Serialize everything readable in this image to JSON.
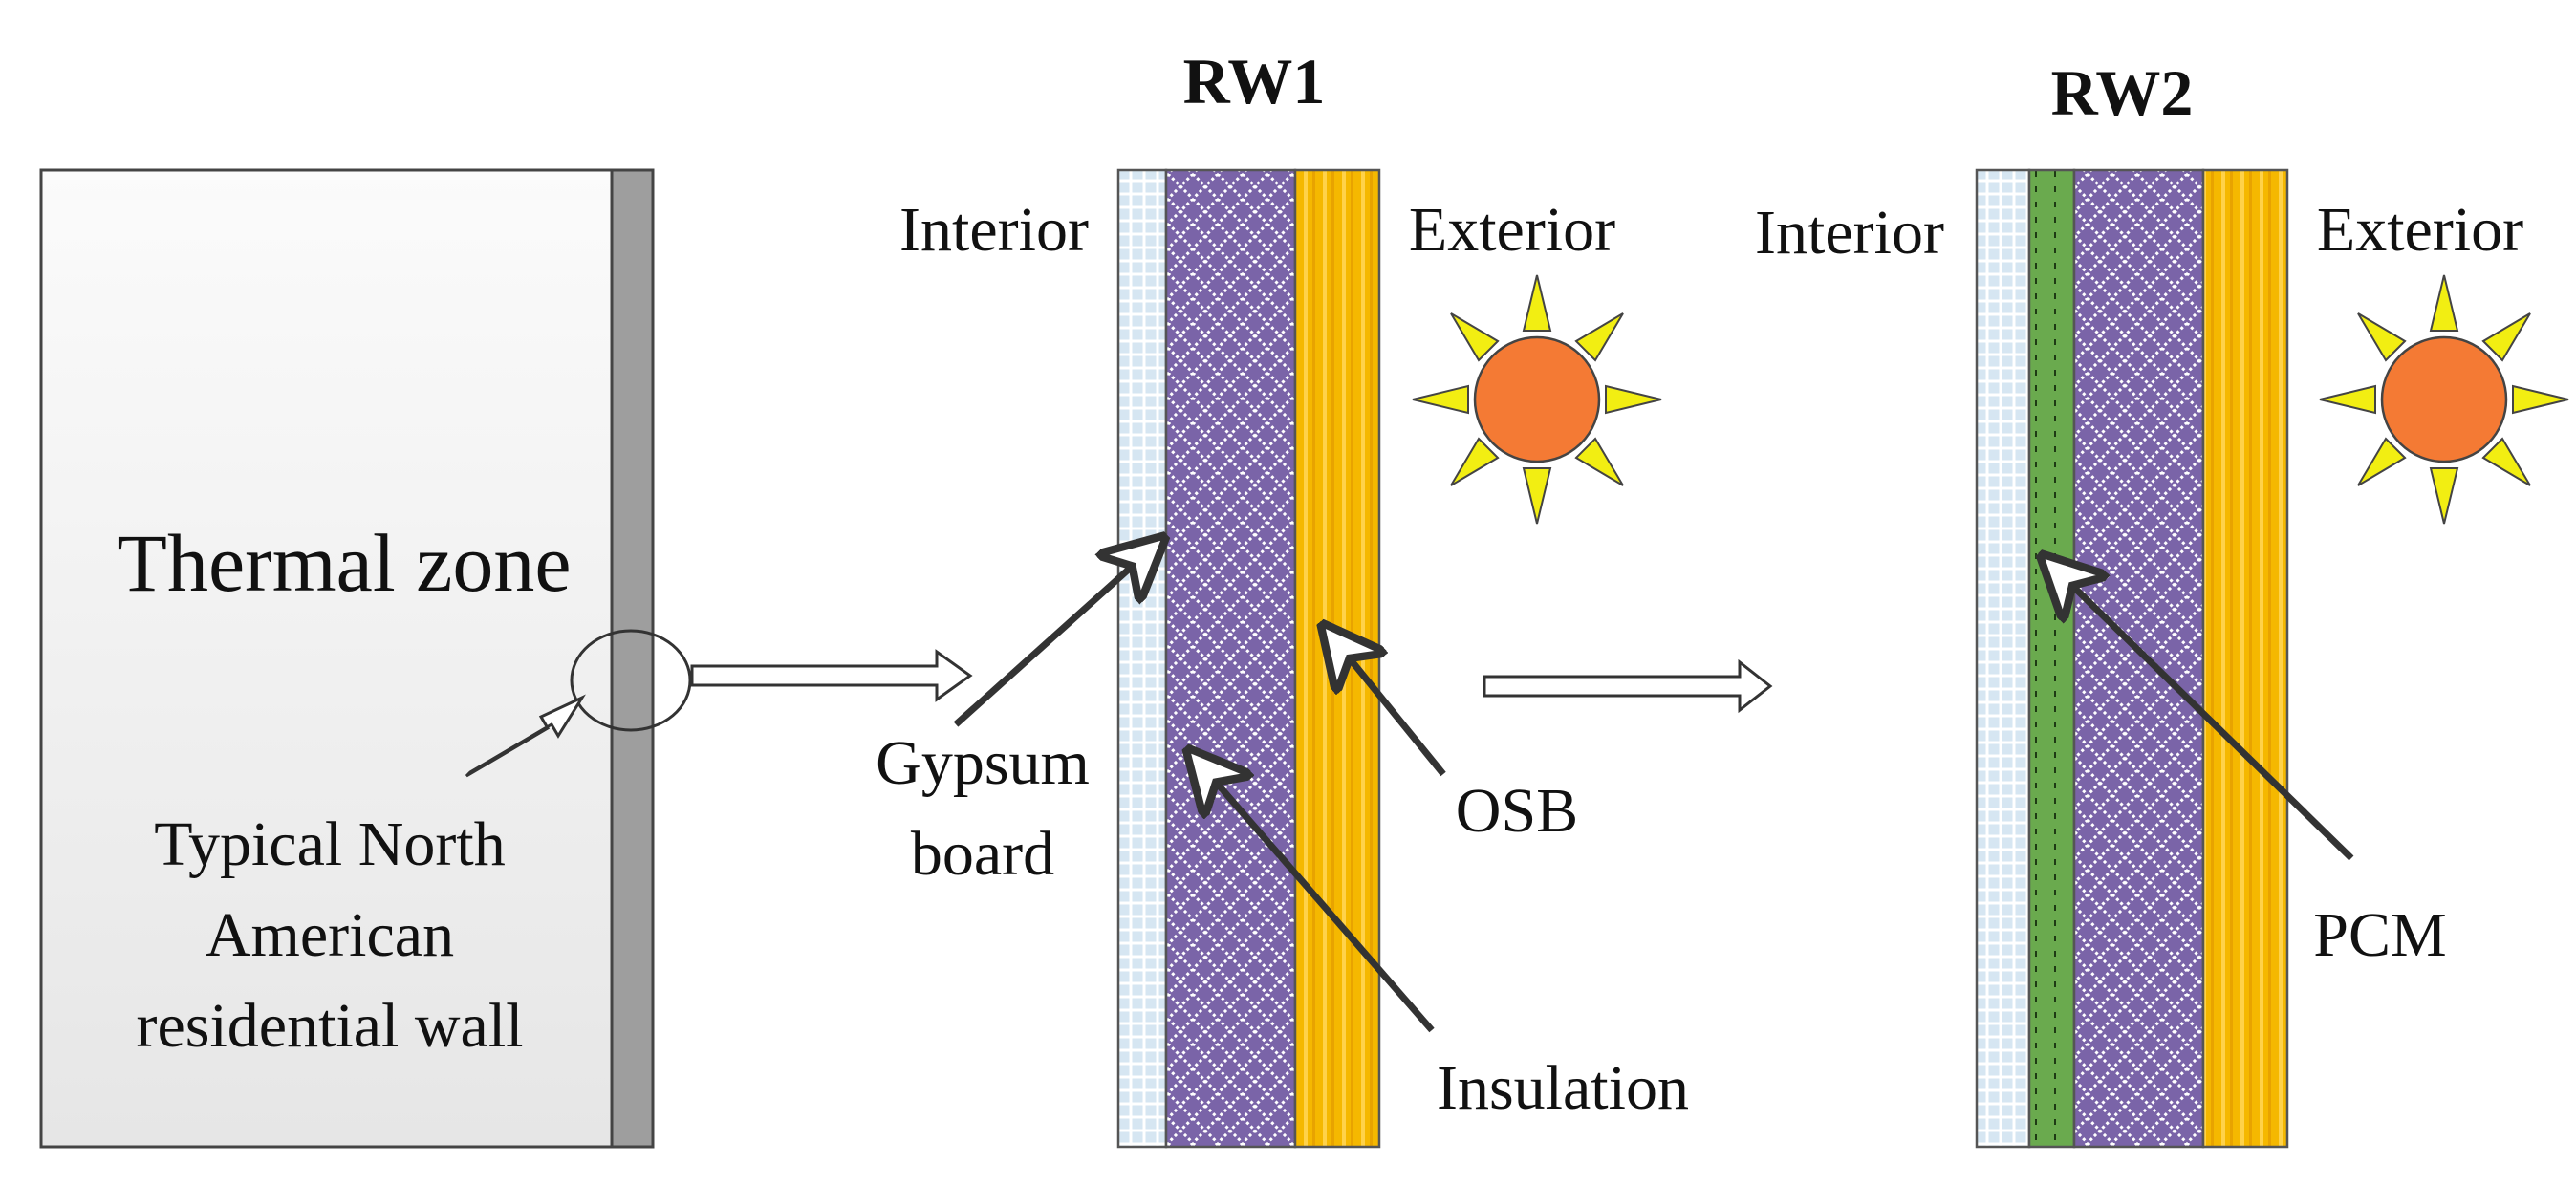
{
  "left_panel": {
    "zone_label": "Thermal zone",
    "wall_caption": [
      "Typical North",
      "American",
      "residential wall"
    ]
  },
  "rw1": {
    "title": "RW1",
    "interior_label": "Interior",
    "exterior_label": "Exterior",
    "gypsum_label": [
      "Gypsum",
      "board"
    ],
    "insulation_label": "Insulation",
    "osb_label": "OSB"
  },
  "rw2": {
    "title": "RW2",
    "interior_label": "Interior",
    "exterior_label": "Exterior",
    "pcm_label": "PCM"
  },
  "icons": [
    "sun-icon",
    "magnifier-circle",
    "hollow-arrow-icon",
    "pointer-arrow-icon"
  ],
  "colors": {
    "gypsum": "#d6e6f2",
    "insulation": "#7a64a8",
    "osb": "#f5b800",
    "pcm": "#6aaa4e",
    "sun_core": "#f47a34",
    "sun_ray": "#f2ee12",
    "wall_strip": "#9e9e9e"
  }
}
